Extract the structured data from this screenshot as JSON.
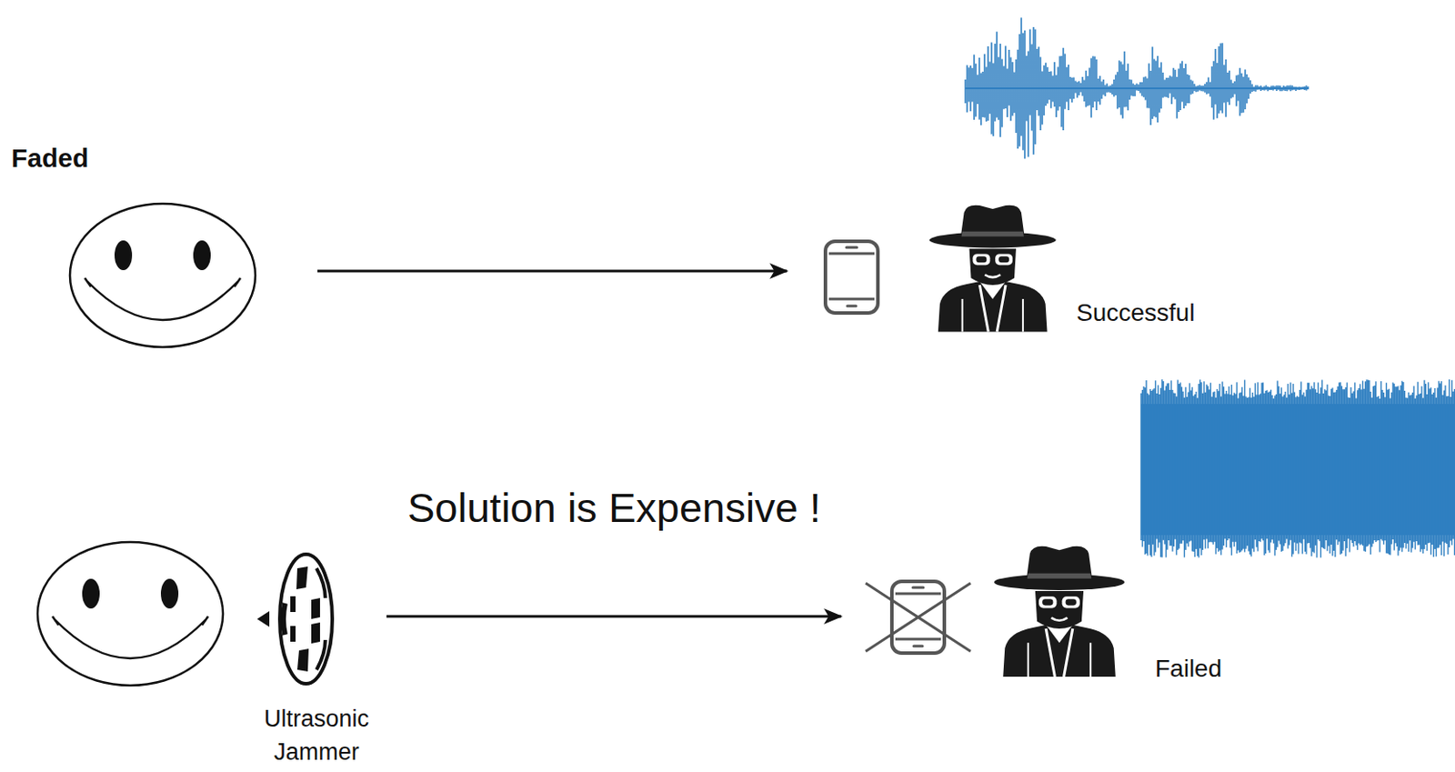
{
  "diagram": {
    "nodes": [
      {
        "text": [
          "Faded"
        ]
      },
      {
        "text": [
          "Successful"
        ]
      },
      {
        "text": [
          "Ultrasonic Jammer"
        ]
      },
      {
        "text": [
          "Failed"
        ]
      }
    ],
    "edges": [
      {
        "from": 0,
        "to": 1,
        "arrow": "to"
      },
      {
        "from": 2,
        "to": 3,
        "arrow": "to"
      }
    ],
    "labels": [
      "Solution is Expensive !"
    ]
  }
}
